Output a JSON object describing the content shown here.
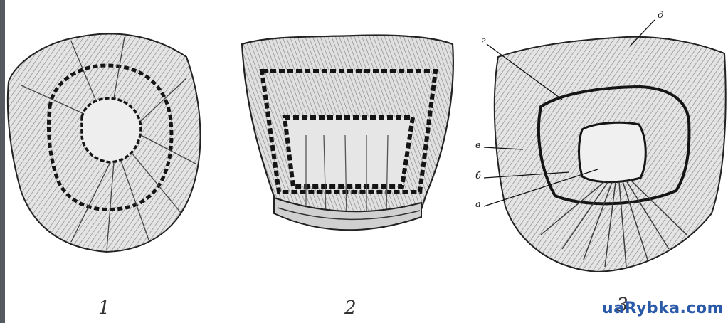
{
  "figures": [
    {
      "number": "1"
    },
    {
      "number": "2"
    },
    {
      "number": "3"
    }
  ],
  "callouts": {
    "g": "г",
    "d": "д",
    "v": "в",
    "b": "б",
    "a": "а"
  },
  "watermark": "uaRybka.com",
  "colors": {
    "ink": "#2b2b2b",
    "ring": "#1e1e1e",
    "fill": "#d9d9d9",
    "watermark": "#2a5aa8"
  }
}
